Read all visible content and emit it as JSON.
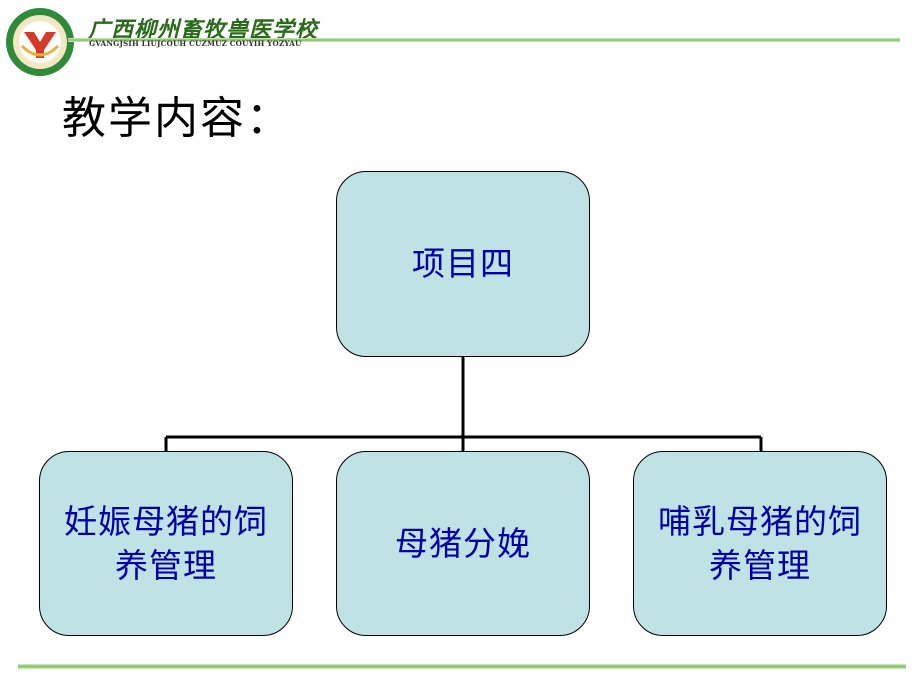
{
  "header": {
    "logo_icon": "school-emblem-icon",
    "school_name": "广西柳州畜牧兽医学校",
    "school_name_romanized": "GVANGJSIH LIUJCOUH CUZMUZ COUYIH YOZYAU",
    "accent_color": "#7bbd5a"
  },
  "slide": {
    "heading": "教学内容："
  },
  "diagram": {
    "root": {
      "label": "项目四"
    },
    "children": [
      {
        "label": "妊娠母猪的饲养管理"
      },
      {
        "label": "母猪分娩"
      },
      {
        "label": "哺乳母猪的饲养管理"
      }
    ],
    "node_fill": "#bfe2e5",
    "node_text_color": "#0000a8"
  }
}
